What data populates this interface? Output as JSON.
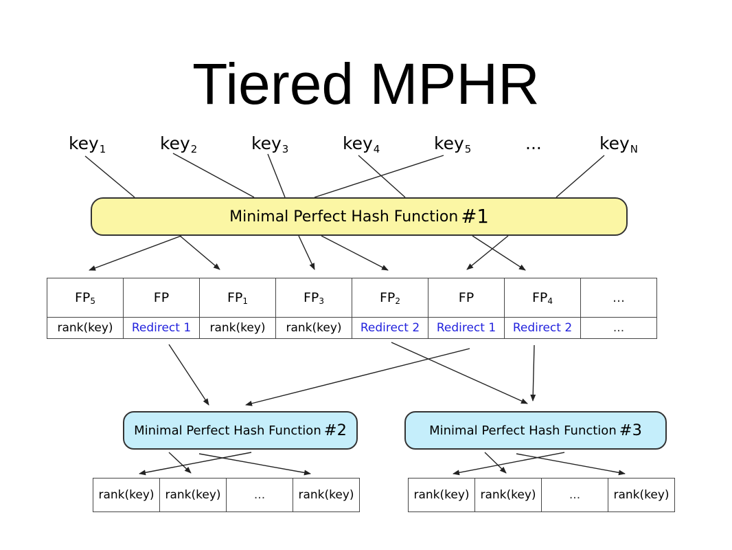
{
  "title": "Tiered MPHR",
  "keys": [
    {
      "base": "key",
      "sub": "1"
    },
    {
      "base": "key",
      "sub": "2"
    },
    {
      "base": "key",
      "sub": "3"
    },
    {
      "base": "key",
      "sub": "4"
    },
    {
      "base": "key",
      "sub": "5"
    },
    {
      "base": "...",
      "sub": ""
    },
    {
      "base": "key",
      "sub": "N"
    }
  ],
  "mphf": [
    {
      "label": "Minimal Perfect Hash Function",
      "num": "#1"
    },
    {
      "label": "Minimal Perfect Hash Function",
      "num": "#2"
    },
    {
      "label": "Minimal Perfect Hash Function",
      "num": "#3"
    }
  ],
  "main_table": {
    "fp_row": [
      {
        "base": "FP",
        "sub": "5"
      },
      {
        "base": "FP",
        "sub": ""
      },
      {
        "base": "FP",
        "sub": "1"
      },
      {
        "base": "FP",
        "sub": "3"
      },
      {
        "base": "FP",
        "sub": "2"
      },
      {
        "base": "FP",
        "sub": ""
      },
      {
        "base": "FP",
        "sub": "4"
      },
      {
        "base": "...",
        "sub": ""
      }
    ],
    "rank_row": [
      "rank(key)",
      "Redirect 1",
      "rank(key)",
      "rank(key)",
      "Redirect 2",
      "Redirect 1",
      "Redirect 2",
      "..."
    ]
  },
  "sub_table_2": [
    "rank(key)",
    "rank(key)",
    "...",
    "rank(key)"
  ],
  "sub_table_3": [
    "rank(key)",
    "rank(key)",
    "...",
    "rank(key)"
  ],
  "colors": {
    "tier1_fill": "#fbf6a4",
    "tier2_fill": "#c5eefb",
    "redirect_text": "#2222dd"
  }
}
